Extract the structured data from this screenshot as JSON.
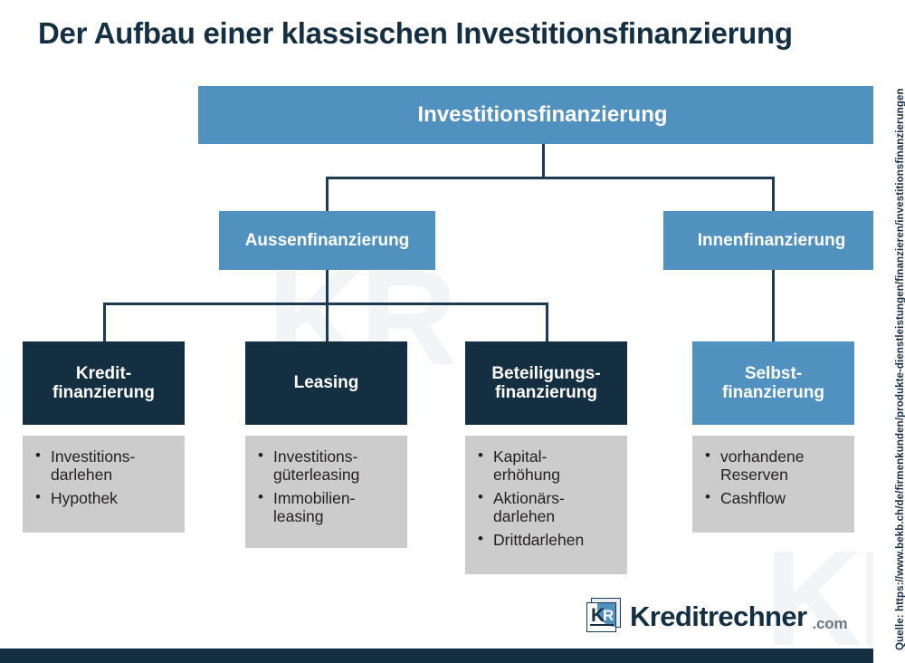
{
  "title": "Der Aufbau einer klassischen Investitionsfinanzierung",
  "colors": {
    "blue": "#5091bf",
    "navy": "#152f42",
    "gray_box": "#cccccc",
    "line": "#1d3a52",
    "text_dark": "#231f20"
  },
  "chart_data": {
    "type": "diagram",
    "diagram_kind": "hierarchy-tree",
    "title": "Der Aufbau einer klassischen Investitionsfinanzierung",
    "levels": 3,
    "nodes": [
      {
        "id": "root",
        "label": "Investitionsfinanzierung",
        "level": 0,
        "style": "blue"
      },
      {
        "id": "aussen",
        "label": "Aussenfinanzierung",
        "level": 1,
        "style": "blue",
        "parent": "root"
      },
      {
        "id": "innen",
        "label": "Innenfinanzierung",
        "level": 1,
        "style": "blue",
        "parent": "root"
      },
      {
        "id": "kredit",
        "label": "Kredit-\nfinanzierung",
        "level": 2,
        "style": "navy",
        "parent": "aussen"
      },
      {
        "id": "leasing",
        "label": "Leasing",
        "level": 2,
        "style": "navy",
        "parent": "aussen"
      },
      {
        "id": "beteiligung",
        "label": "Beteiligungs-\nfinanzierung",
        "level": 2,
        "style": "navy",
        "parent": "aussen"
      },
      {
        "id": "selbst",
        "label": "Selbst-\nfinanzierung",
        "level": 2,
        "style": "blue",
        "parent": "innen"
      }
    ],
    "detail_lists": [
      {
        "for": "kredit",
        "items": [
          "Investitions-\ndarlehen",
          "Hypothek"
        ]
      },
      {
        "for": "leasing",
        "items": [
          "Investitions-\ngüterleasing",
          "Immobilien-\nleasing"
        ]
      },
      {
        "for": "beteiligung",
        "items": [
          "Kapital-\nerhöhung",
          "Aktionärs-\ndarlehen",
          "Drittdarlehen"
        ]
      },
      {
        "for": "selbst",
        "items": [
          "vorhandene\nReserven",
          "Cashflow"
        ]
      }
    ]
  },
  "nodes": {
    "root": "Investitionsfinanzierung",
    "aussen": "Aussenfinanzierung",
    "innen": "Innenfinanzierung",
    "kredit": "Kredit-\nfinanzierung",
    "leasing": "Leasing",
    "beteiligung": "Beteiligungs-\nfinanzierung",
    "selbst": "Selbst-\nfinanzierung"
  },
  "details": {
    "kredit": [
      "Investitions-\ndarlehen",
      "Hypothek"
    ],
    "leasing": [
      "Investitions-\ngüterleasing",
      "Immobilien-\nleasing"
    ],
    "beteiligung": [
      "Kapital-\nerhöhung",
      "Aktionärs-\ndarlehen",
      "Drittdarlehen"
    ],
    "selbst": [
      "vorhandene\nReserven",
      "Cashflow"
    ]
  },
  "source": {
    "text": "Quelle: https://www.bekb.ch/de/firmenkunden/produkte-dienstleistungen/finanzieren/investitionsfinanzierungen"
  },
  "logo": {
    "name": "Kreditrechner",
    "tld": ".com",
    "mark_k": "K",
    "mark_r": "R"
  },
  "watermark": {
    "a": "KR",
    "b": "KR"
  }
}
